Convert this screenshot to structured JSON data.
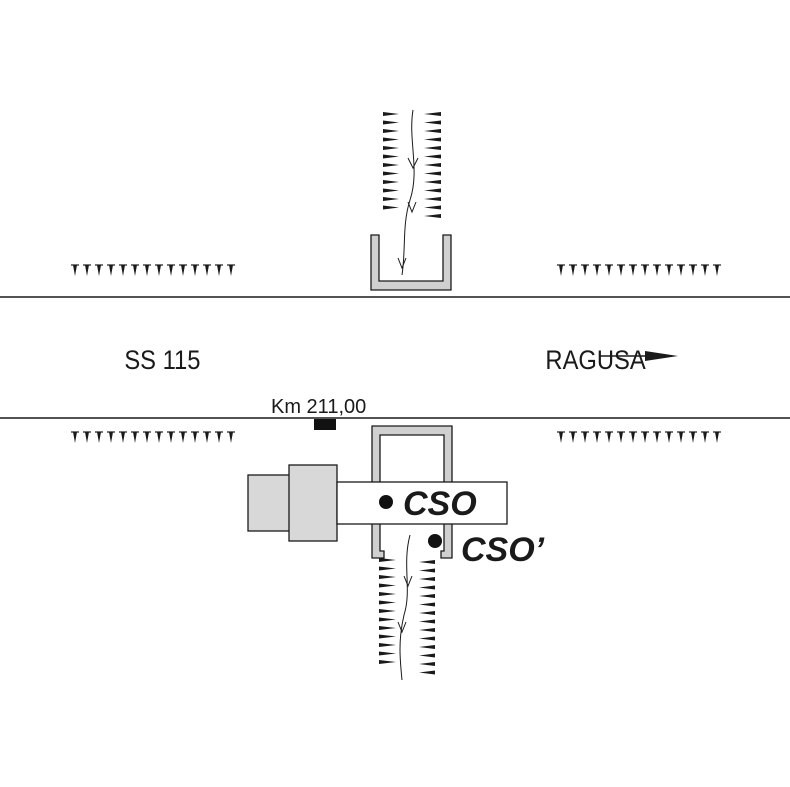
{
  "road": {
    "name": "SS 115",
    "direction_label": "RAGUSA",
    "direction_arrow": "arrow-right-icon",
    "km_marker": "Km 211,00"
  },
  "points": {
    "primary": "CSO",
    "secondary": "CSO’"
  },
  "colors": {
    "line": "#1a1a1a",
    "culvert_fill": "#d0d0d0",
    "building_fill": "#d8d8d8",
    "marker": "#111111"
  }
}
